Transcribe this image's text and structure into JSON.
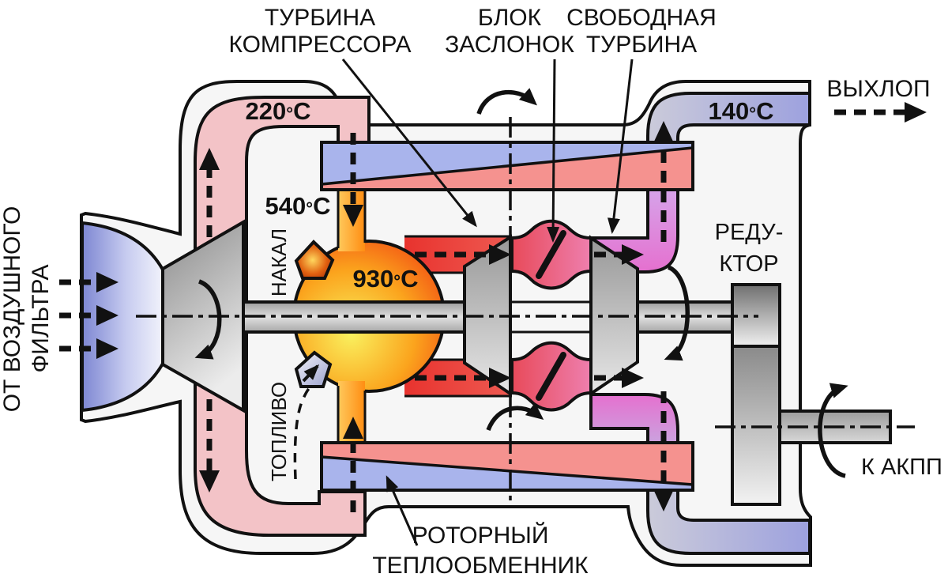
{
  "diagram": {
    "labels": {
      "compressor_turbine": {
        "line1": "ТУРБИНА",
        "line2": "КОМПРЕССОРА"
      },
      "valve_block": {
        "line1": "БЛОК",
        "line2": "ЗАСЛОНОК"
      },
      "free_turbine": {
        "line1": "СВОБОДНАЯ",
        "line2": "ТУРБИНА"
      },
      "exhaust": "ВЫХЛОП",
      "from_air_filter": {
        "line1": "ОТ ВОЗДУШНОГО",
        "line2": "ФИЛЬТРА"
      },
      "rotary_heat_exchanger": {
        "line1": "РОТОРНЫЙ",
        "line2": "ТЕПЛООБМЕННИК"
      },
      "gearbox": {
        "line1": "РЕДУ-",
        "line2": "КТОР"
      },
      "to_transmission": "К АКПП",
      "glow_plug": "НАКАЛ",
      "fuel": "ТОПЛИВО"
    },
    "temperatures": {
      "compressed_air": {
        "value": "220",
        "degree": "°",
        "unit": "C"
      },
      "preheated_air": {
        "value": "540",
        "degree": "°",
        "unit": "C"
      },
      "combustion": {
        "value": "930",
        "degree": "°",
        "unit": "C"
      },
      "exhaust": {
        "value": "140",
        "degree": "°",
        "unit": "C"
      }
    },
    "colors": {
      "casing": "#f6f6f6",
      "compressed_air_pink": "#f3c3c7",
      "hx_cold_blue": "#a9b4ec",
      "hx_hot_pink": "#f5928f",
      "hot_gas_red": "#e93b35",
      "valve_pink": "#ec5578",
      "turbine_out_magenta": "#e570cf",
      "exhaust_blue": "#9da1de",
      "intake_blue": "#7d86d2",
      "combustion_orange": "#ff8c1a",
      "combustion_yellow": "#f9ef5e",
      "metal_gray": "#9a9a9a",
      "line_black": "#111111"
    }
  }
}
